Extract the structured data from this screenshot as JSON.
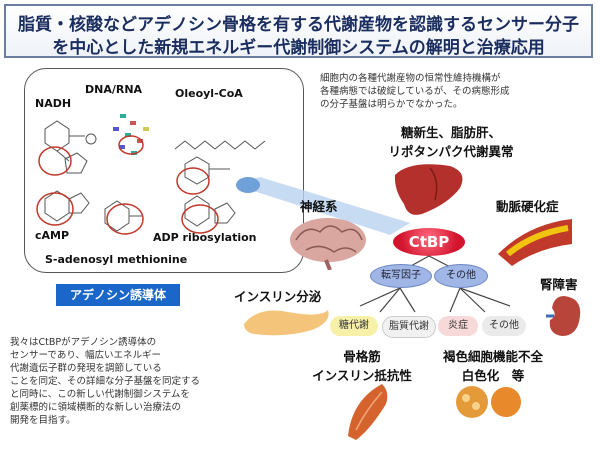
{
  "title": {
    "line1": "脂質・核酸などアデノシン骨格を有する代謝産物を認識するセンサー分子",
    "line2": "を中心とした新規エネルギー代謝制御システムの解明と治療応用"
  },
  "molecules": {
    "nadh": "NADH",
    "dna_rna": "DNA/RNA",
    "oleoyl_coa": "Oleoyl-CoA",
    "camp": "cAMP",
    "adp_ribosylation": "ADP ribosylation",
    "sam": "S-adenosyl methionine"
  },
  "adenosine_label": "アデノシン誘導体",
  "top_note": {
    "line1": "細胞内の各種代謝産物の恒常性維持機構が",
    "line2": "各種病態では破綻しているが、その病態形成",
    "line3": "の分子基盤は明らかでなかった。"
  },
  "liver_label": {
    "line1": "糖新生、脂肪肝、",
    "line2": "リポタンパク代謝異常"
  },
  "nervous_label": "神経系",
  "artery_label": "動脈硬化症",
  "ctbp": "CtBP",
  "transcription": "転写因子",
  "other": "その他",
  "insulin_secretion": "インスリン分泌",
  "kidney_label": "腎障害",
  "pills": [
    "糖代謝",
    "脂質代謝",
    "炎症",
    "その他"
  ],
  "skeletal_label": {
    "line1": "骨格筋",
    "line2": "インスリン抵抗性"
  },
  "brown_label": {
    "line1": "褐色細胞機能不全",
    "line2": "白色化　等"
  },
  "bottom_note": {
    "line1": "我々はCtBPがアデノシン誘導体の",
    "line2": "センサーであり、幅広いエネルギー",
    "line3": "代謝遺伝子群の発現を調節している",
    "line4": "ことを同定、その詳細な分子基盤を同定する",
    "line5": "と同時に、この新しい代謝制御システムを",
    "line6": "創薬標的に領域横断的な新しい治療法の",
    "line7": "開発を目指す。"
  },
  "colors": {
    "title_text": "#1a2d5e",
    "ctbp": "#d3142e",
    "label_blue": "#1a66c9",
    "ellipse_blue": "#9fb6e6"
  }
}
